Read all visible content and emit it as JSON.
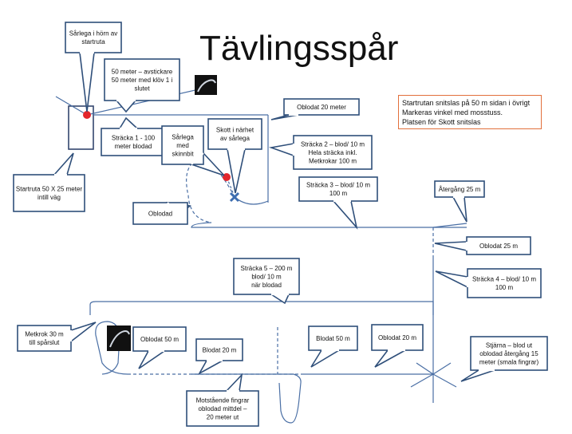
{
  "title": "Tävlingsspår",
  "info_box": {
    "lines": [
      "Startrutan snitslas på 50 m sidan i övrigt",
      "Markeras vinkel med mosstuss.",
      "Platsen för Skott snitslas"
    ],
    "border_color": "#e2703c"
  },
  "callouts": {
    "sarlega_horn": [
      "Sårlega i hörn av",
      "startruta"
    ],
    "avstickare": [
      "50 meter – avstickare",
      "50 meter med klöv 1 i",
      "slutet"
    ],
    "stracka1": [
      "Sträcka 1 - 100",
      "meter blodad"
    ],
    "sarlega_skinnbit": [
      "Sårlega",
      "med",
      "skinnbit"
    ],
    "skott": [
      "Skott i närhet",
      "av sårlega"
    ],
    "oblodat20_top": [
      "Oblodat 20 meter"
    ],
    "stracka2": [
      "Sträcka 2 – blod/ 10 m",
      "Hela sträcka inkl.",
      "Metkrokar 100 m"
    ],
    "startruta": [
      "Startruta 50 X 25 meter",
      "intill väg"
    ],
    "oblodad": [
      "Oblodad"
    ],
    "stracka3": [
      "Sträcka 3 – blod/ 10 m",
      "100 m"
    ],
    "atergang": [
      "Återgång 25 m"
    ],
    "oblodat25": [
      "Oblodat 25 m"
    ],
    "stracka5": [
      "Sträcka 5 –  200 m",
      "blod/ 10 m",
      "när blodad"
    ],
    "stracka4": [
      "Sträcka 4 – blod/ 10 m",
      "100 m"
    ],
    "metkrok": [
      "Metkrok 30 m",
      "till spårslut"
    ],
    "oblodat50": [
      "Oblodat 50 m"
    ],
    "blodat20": [
      "Blodat 20 m"
    ],
    "blodat50": [
      "Blodat 50 m"
    ],
    "oblodat20_bottom": [
      "Oblodat 20 m"
    ],
    "motstaende": [
      "Motstående fingrar",
      "oblodad mittdel –",
      "20 meter ut"
    ],
    "stjarna": [
      "Stjärna – blod ut",
      "oblodad återgång  15",
      "meter (smala fingrar)"
    ]
  },
  "colors": {
    "track": "#4a6fa5",
    "callout_border": "#2f4f7a",
    "marker_red": "#e3262c",
    "shot_marker": "#3d6db0",
    "note_border": "#e2703c"
  },
  "icons": [
    "moose-photo-icon",
    "moose-photo-icon-lower",
    "shot-x-icon"
  ]
}
